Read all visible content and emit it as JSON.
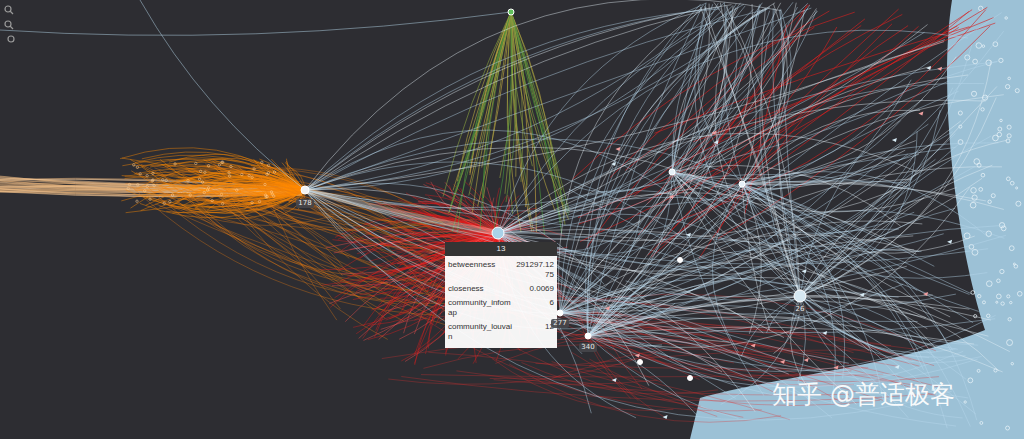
{
  "diagram": {
    "nodes": [
      {
        "text": [
          "178"
        ]
      },
      {
        "text": [
          "13",
          "betweenness",
          "291297.12 75",
          "closeness",
          "0.0069",
          "community_infom ap",
          "6",
          "community_louvai n",
          "12"
        ]
      },
      {
        "text": [
          "277"
        ]
      },
      {
        "text": [
          "340"
        ]
      },
      {
        "text": [
          "26"
        ]
      }
    ],
    "labels": [
      "知乎 @普适极客"
    ]
  }
}
